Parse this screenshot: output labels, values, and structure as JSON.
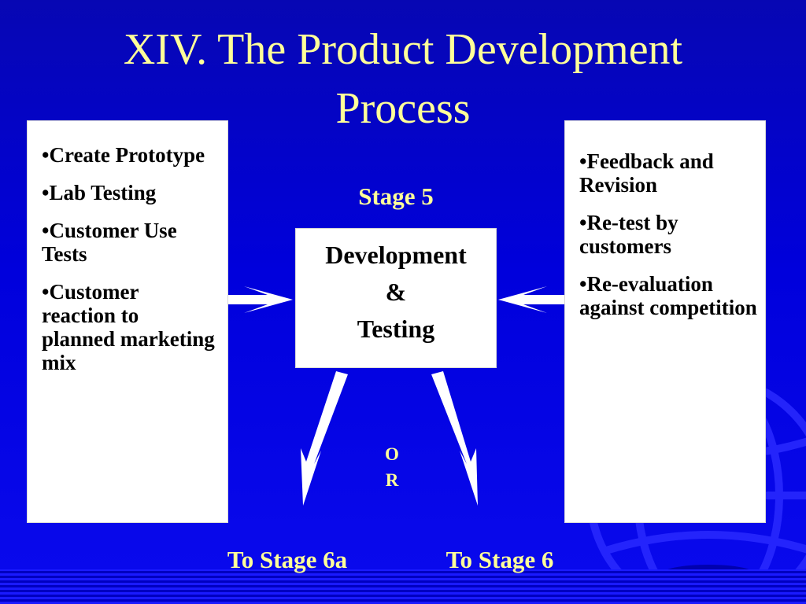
{
  "title": {
    "line1": "XIV.  The Product Development",
    "line2": "Process"
  },
  "left_box": {
    "items": [
      "Create Prototype",
      "Lab Testing",
      "Customer Use Tests",
      "Customer reaction to planned marketing mix"
    ]
  },
  "right_box": {
    "items": [
      "Feedback and Revision",
      "Re-test by customers",
      "Re-evaluation against competition"
    ]
  },
  "stage": {
    "label": "Stage 5",
    "box_line1": "Development",
    "box_line2": "&",
    "box_line3": "Testing"
  },
  "or_label": {
    "o": "O",
    "r": "R"
  },
  "outcomes": {
    "left": "To Stage 6a",
    "right": "To Stage 6"
  },
  "colors": {
    "background": "#0000dc",
    "title_text": "#ffff99",
    "box_fill": "#ffffff",
    "arrow_fill": "#ffffff"
  }
}
